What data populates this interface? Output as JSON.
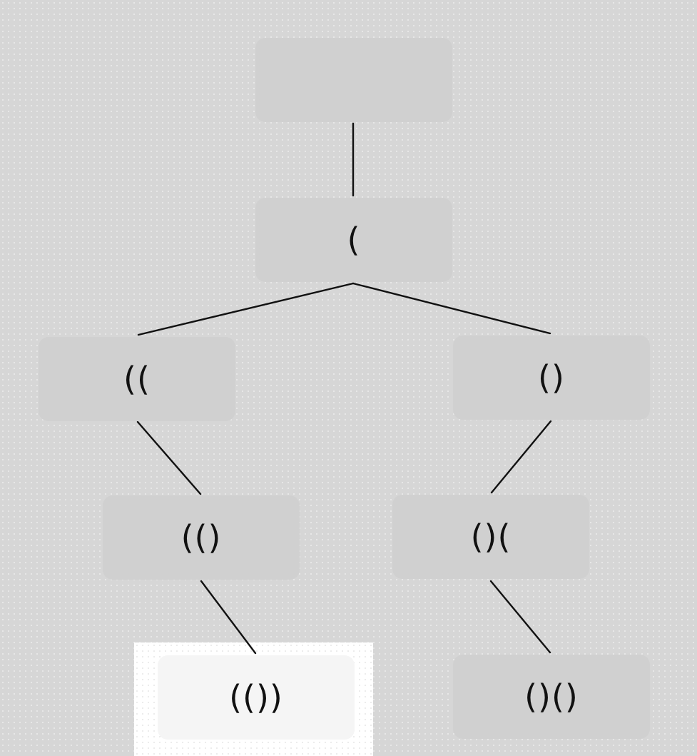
{
  "tree": {
    "nodes": [
      {
        "id": "root",
        "label": ""
      },
      {
        "id": "n1",
        "label": "("
      },
      {
        "id": "n2",
        "label": "(("
      },
      {
        "id": "n3",
        "label": "()"
      },
      {
        "id": "n4",
        "label": "(()"
      },
      {
        "id": "n5",
        "label": "()("
      },
      {
        "id": "n6",
        "label": "(())"
      },
      {
        "id": "n7",
        "label": "()()"
      }
    ],
    "edges": [
      [
        "root",
        "n1"
      ],
      [
        "n1",
        "n2"
      ],
      [
        "n1",
        "n3"
      ],
      [
        "n2",
        "n4"
      ],
      [
        "n3",
        "n5"
      ],
      [
        "n4",
        "n6"
      ],
      [
        "n5",
        "n7"
      ]
    ],
    "highlighted": "n6"
  },
  "colors": {
    "background": "#d6d6d6",
    "node": "#d0d0d0",
    "highlight": "#ffffff",
    "edge": "#111111"
  }
}
